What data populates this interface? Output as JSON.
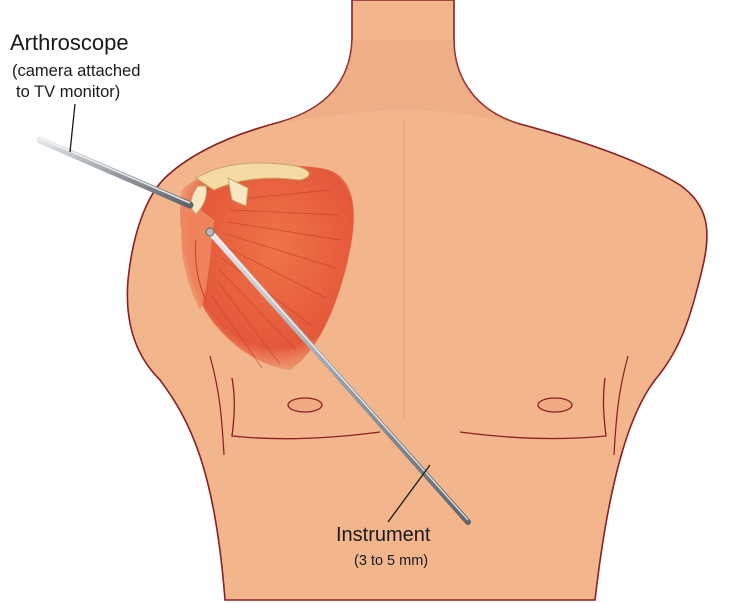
{
  "labels": {
    "arthroscope": {
      "title": "Arthroscope",
      "line1": "(camera attached",
      "line2": "to TV monitor)"
    },
    "instrument": {
      "title": "Instrument",
      "size": "(3 to 5 mm)"
    }
  },
  "colors": {
    "skin": "#f2b58c",
    "skin_shadow": "#e29c74",
    "outline": "#8a1f24",
    "muscle": "#e9603a",
    "muscle_dark": "#c7402a",
    "bone": "#f4dba3",
    "instrument_steel": "#9aa0a6"
  }
}
